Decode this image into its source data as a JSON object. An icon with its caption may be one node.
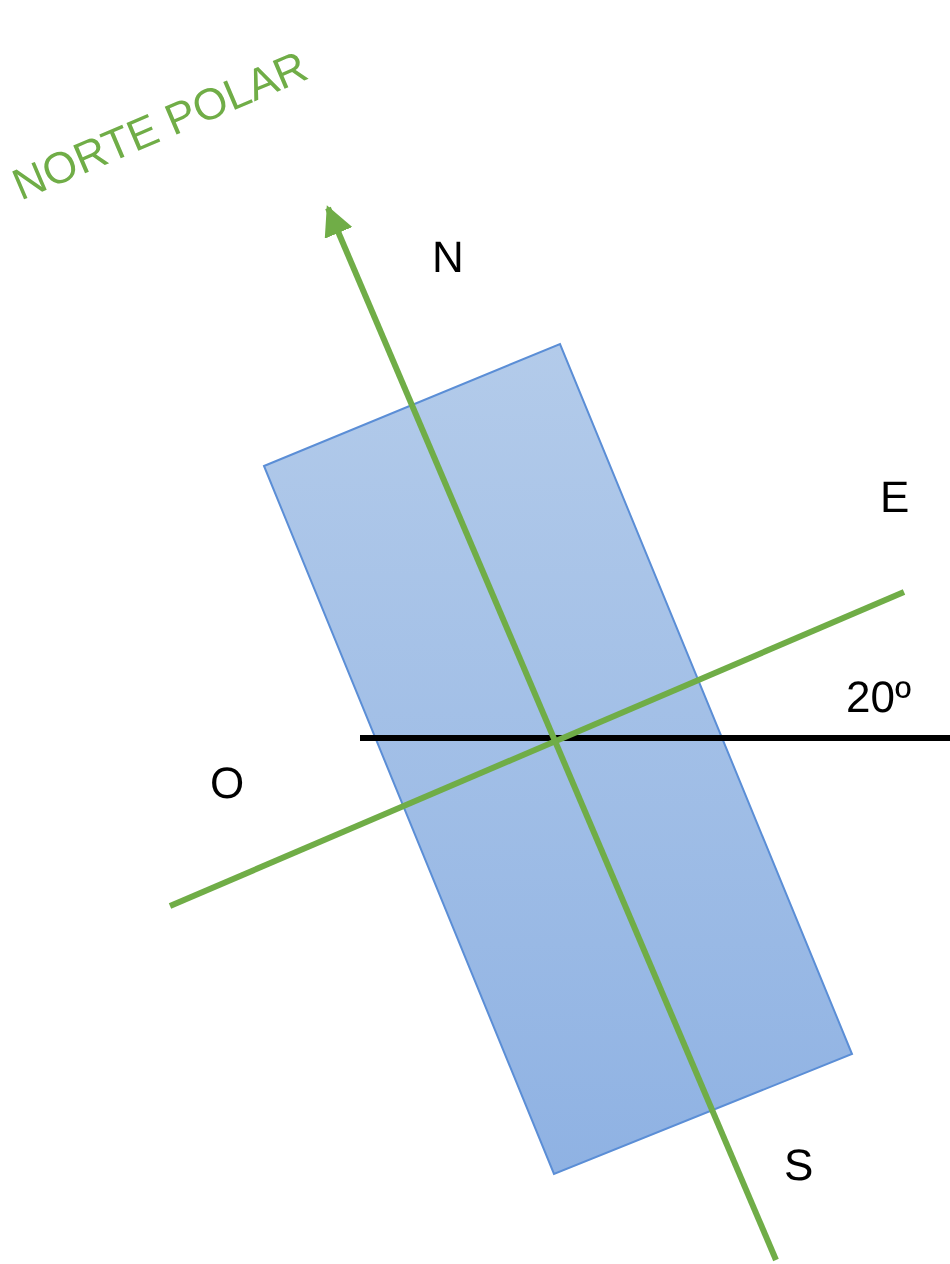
{
  "diagram": {
    "labels": [
      "NORTE POLAR",
      "N",
      "E",
      "20º",
      "O",
      "S"
    ]
  }
}
